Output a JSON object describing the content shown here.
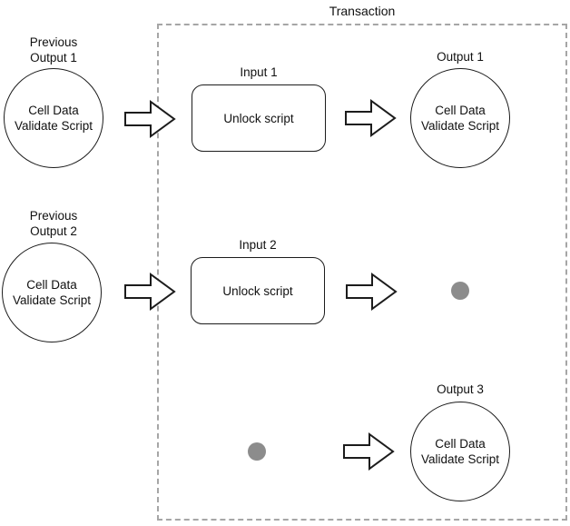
{
  "diagram": {
    "title": "Transaction",
    "previous_outputs": [
      {
        "label": [
          "Previous",
          "Output 1"
        ],
        "body": [
          "Cell Data",
          "Validate Script"
        ]
      },
      {
        "label": [
          "Previous",
          "Output 2"
        ],
        "body": [
          "Cell Data",
          "Validate Script"
        ]
      }
    ],
    "inputs": [
      {
        "label": "Input 1",
        "body": "Unlock script"
      },
      {
        "label": "Input 2",
        "body": "Unlock script"
      }
    ],
    "outputs": [
      {
        "label": "Output 1",
        "body": [
          "Cell Data",
          "Validate Script"
        ]
      },
      {
        "label": "Output 3",
        "body": [
          "Cell Data",
          "Validate Script"
        ]
      }
    ],
    "icons": {
      "flow_arrow": "right-block-arrow-icon",
      "omitted_marker": "gray-dot-icon"
    },
    "colors": {
      "outline": "#1c1c1c",
      "dashed_border": "#a6a6a6",
      "dot": "#8c8c8c",
      "text": "#111111",
      "background": "#ffffff"
    }
  }
}
